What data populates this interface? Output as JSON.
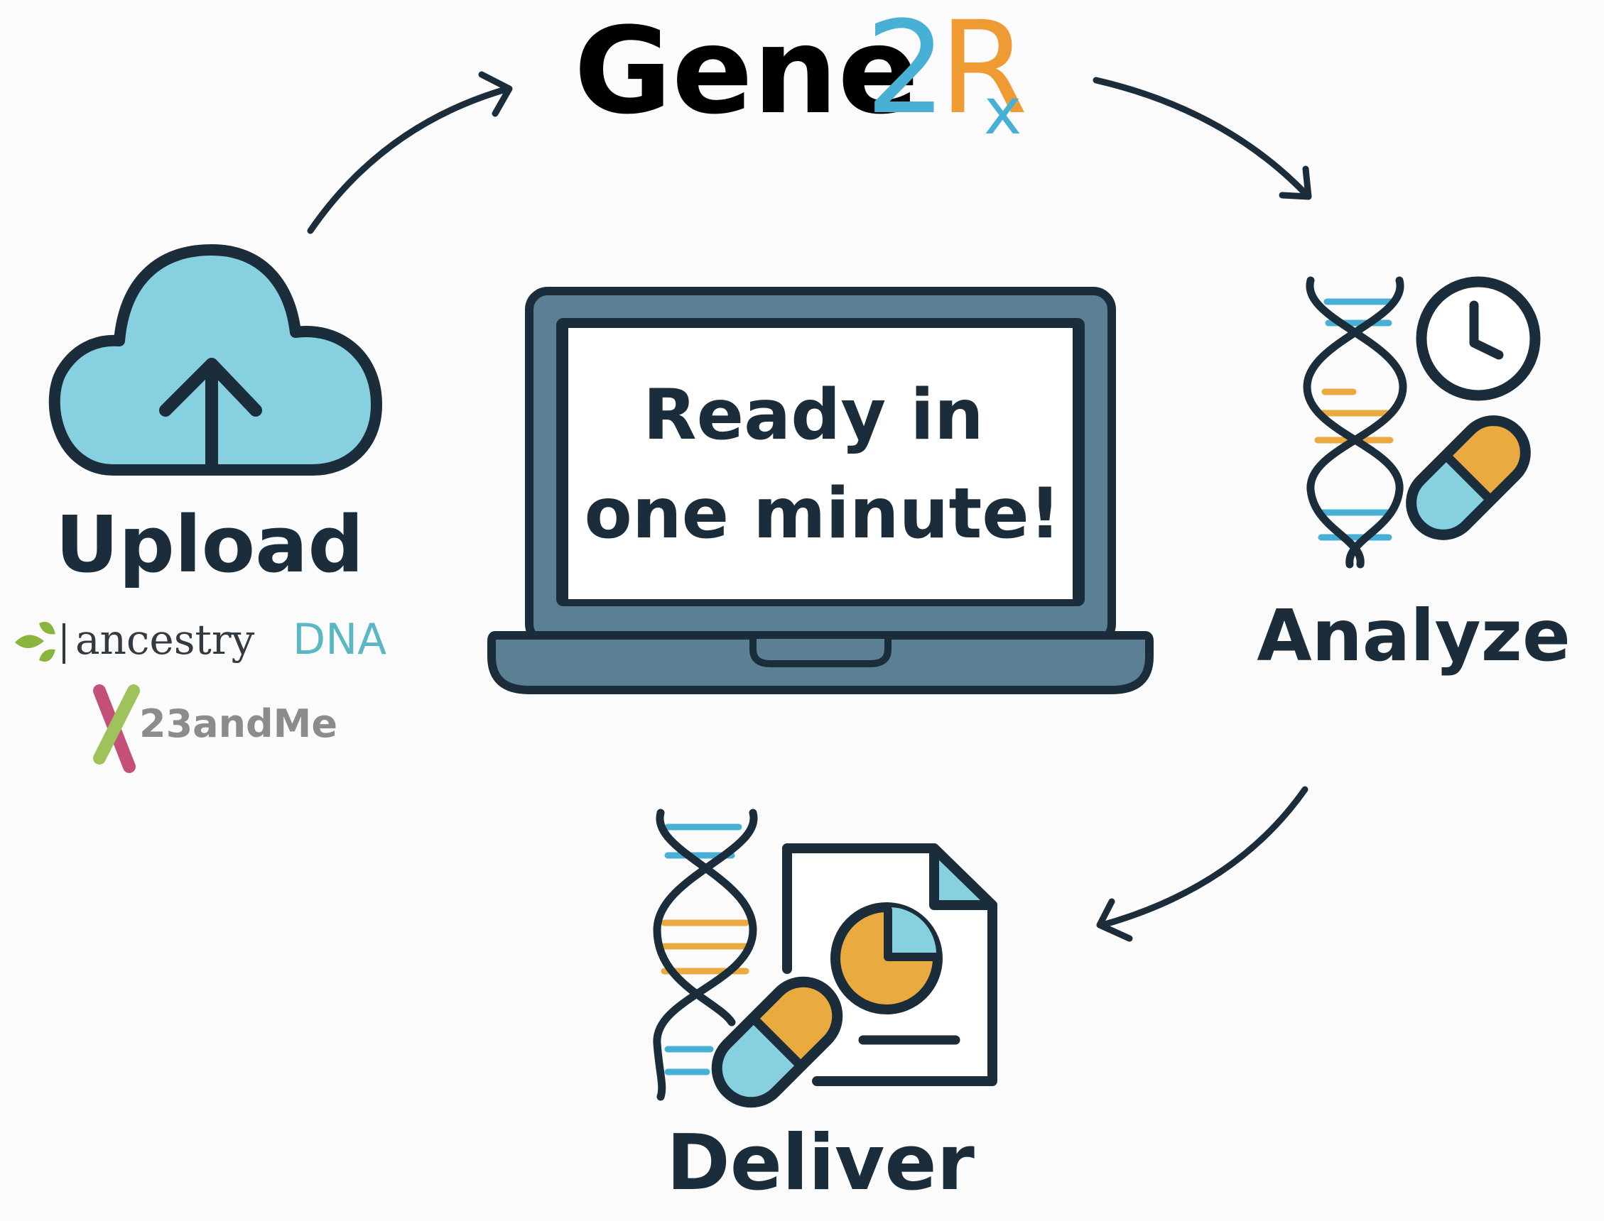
{
  "logo": {
    "part_gene": "Gene",
    "part_2": "2",
    "part_r": "R",
    "part_x": "x"
  },
  "center": {
    "line1": "Ready in",
    "line2": "one minute!"
  },
  "steps": {
    "upload": "Upload",
    "analyze": "Analyze",
    "deliver": "Deliver"
  },
  "partners": {
    "ancestry_word": "ancestry",
    "ancestry_dna": "DNA",
    "twentythree": "23andMe"
  },
  "colors": {
    "dark": "#1b2d3a",
    "cloud": "#86d0e0",
    "teal": "#48b0d4",
    "orange": "#e9aa3f",
    "laptop": "#5b7f93",
    "ancestry_green": "#8bb43e",
    "ancestry_teal": "#5ab7c3",
    "brand_pink": "#c4507a",
    "brand_green": "#9ec35a",
    "brand_gray": "#8c8c8c"
  },
  "icons": {
    "upload": "cloud-upload-icon",
    "analyze_dna": "dna-helix-icon",
    "analyze_clock": "clock-icon",
    "analyze_pill": "pill-capsule-icon",
    "deliver_dna": "dna-helix-icon",
    "deliver_report": "report-document-icon",
    "deliver_chart": "pie-chart-icon",
    "deliver_pill": "pill-capsule-icon",
    "center": "laptop-icon",
    "flow": "curved-arrow-icon"
  }
}
